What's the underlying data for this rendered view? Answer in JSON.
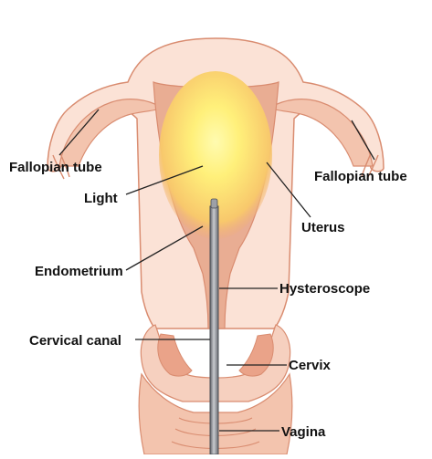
{
  "diagram": {
    "labels": {
      "fallopian_tube_left": "Fallopian tube",
      "fallopian_tube_right": "Fallopian tube",
      "light": "Light",
      "uterus": "Uterus",
      "endometrium": "Endometrium",
      "hysteroscope": "Hysteroscope",
      "cervical_canal": "Cervical canal",
      "cervix": "Cervix",
      "vagina": "Vagina"
    },
    "colors": {
      "outer_tissue": "#fbe2d6",
      "outline": "#d98c70",
      "endometrium": "#e7a88f",
      "light_center": "#fff38a",
      "light_edge": "#f7c06a",
      "hysteroscope_body": "#7d8086",
      "hysteroscope_highlight": "#c4c6ca",
      "leader_line": "#222222"
    }
  }
}
